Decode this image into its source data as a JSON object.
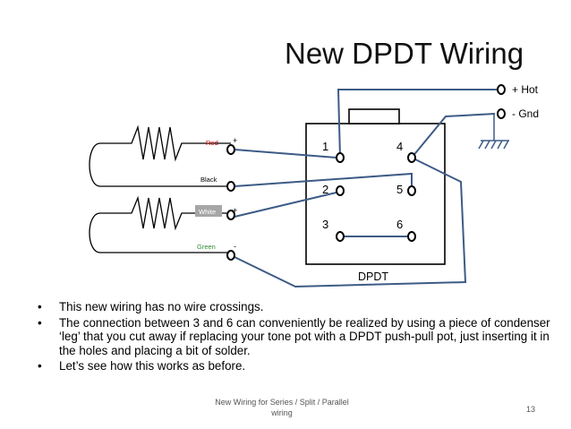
{
  "slide": {
    "title": "New DPDT Wiring",
    "footer": "New Wiring for Series / Split / Parallel wiring",
    "page_number": "13"
  },
  "diagram": {
    "switch_label": "DPDT",
    "terminals": [
      "1",
      "2",
      "3",
      "4",
      "5",
      "6"
    ],
    "outputs": {
      "hot": "+ Hot",
      "gnd": "- Gnd"
    },
    "pickup_wires": {
      "red": "Red",
      "black": "Black",
      "white": "White",
      "green": "Green",
      "plus_top": "+",
      "plus_bottom": "+",
      "minus": "-"
    },
    "colors": {
      "wire": "#3d5b86",
      "terminal": "#000000",
      "red_label": "#c00000",
      "white_label_bg": "#a6a6a6"
    }
  },
  "bullets": [
    "This new wiring has no wire crossings.",
    "The connection between 3 and 6 can conveniently be realized by using a piece of condenser ‘leg’ that you cut away  if replacing your tone pot with a DPDT push-pull pot, just inserting it in the holes and placing a bit of solder.",
    "Let’s see how this works as before."
  ]
}
